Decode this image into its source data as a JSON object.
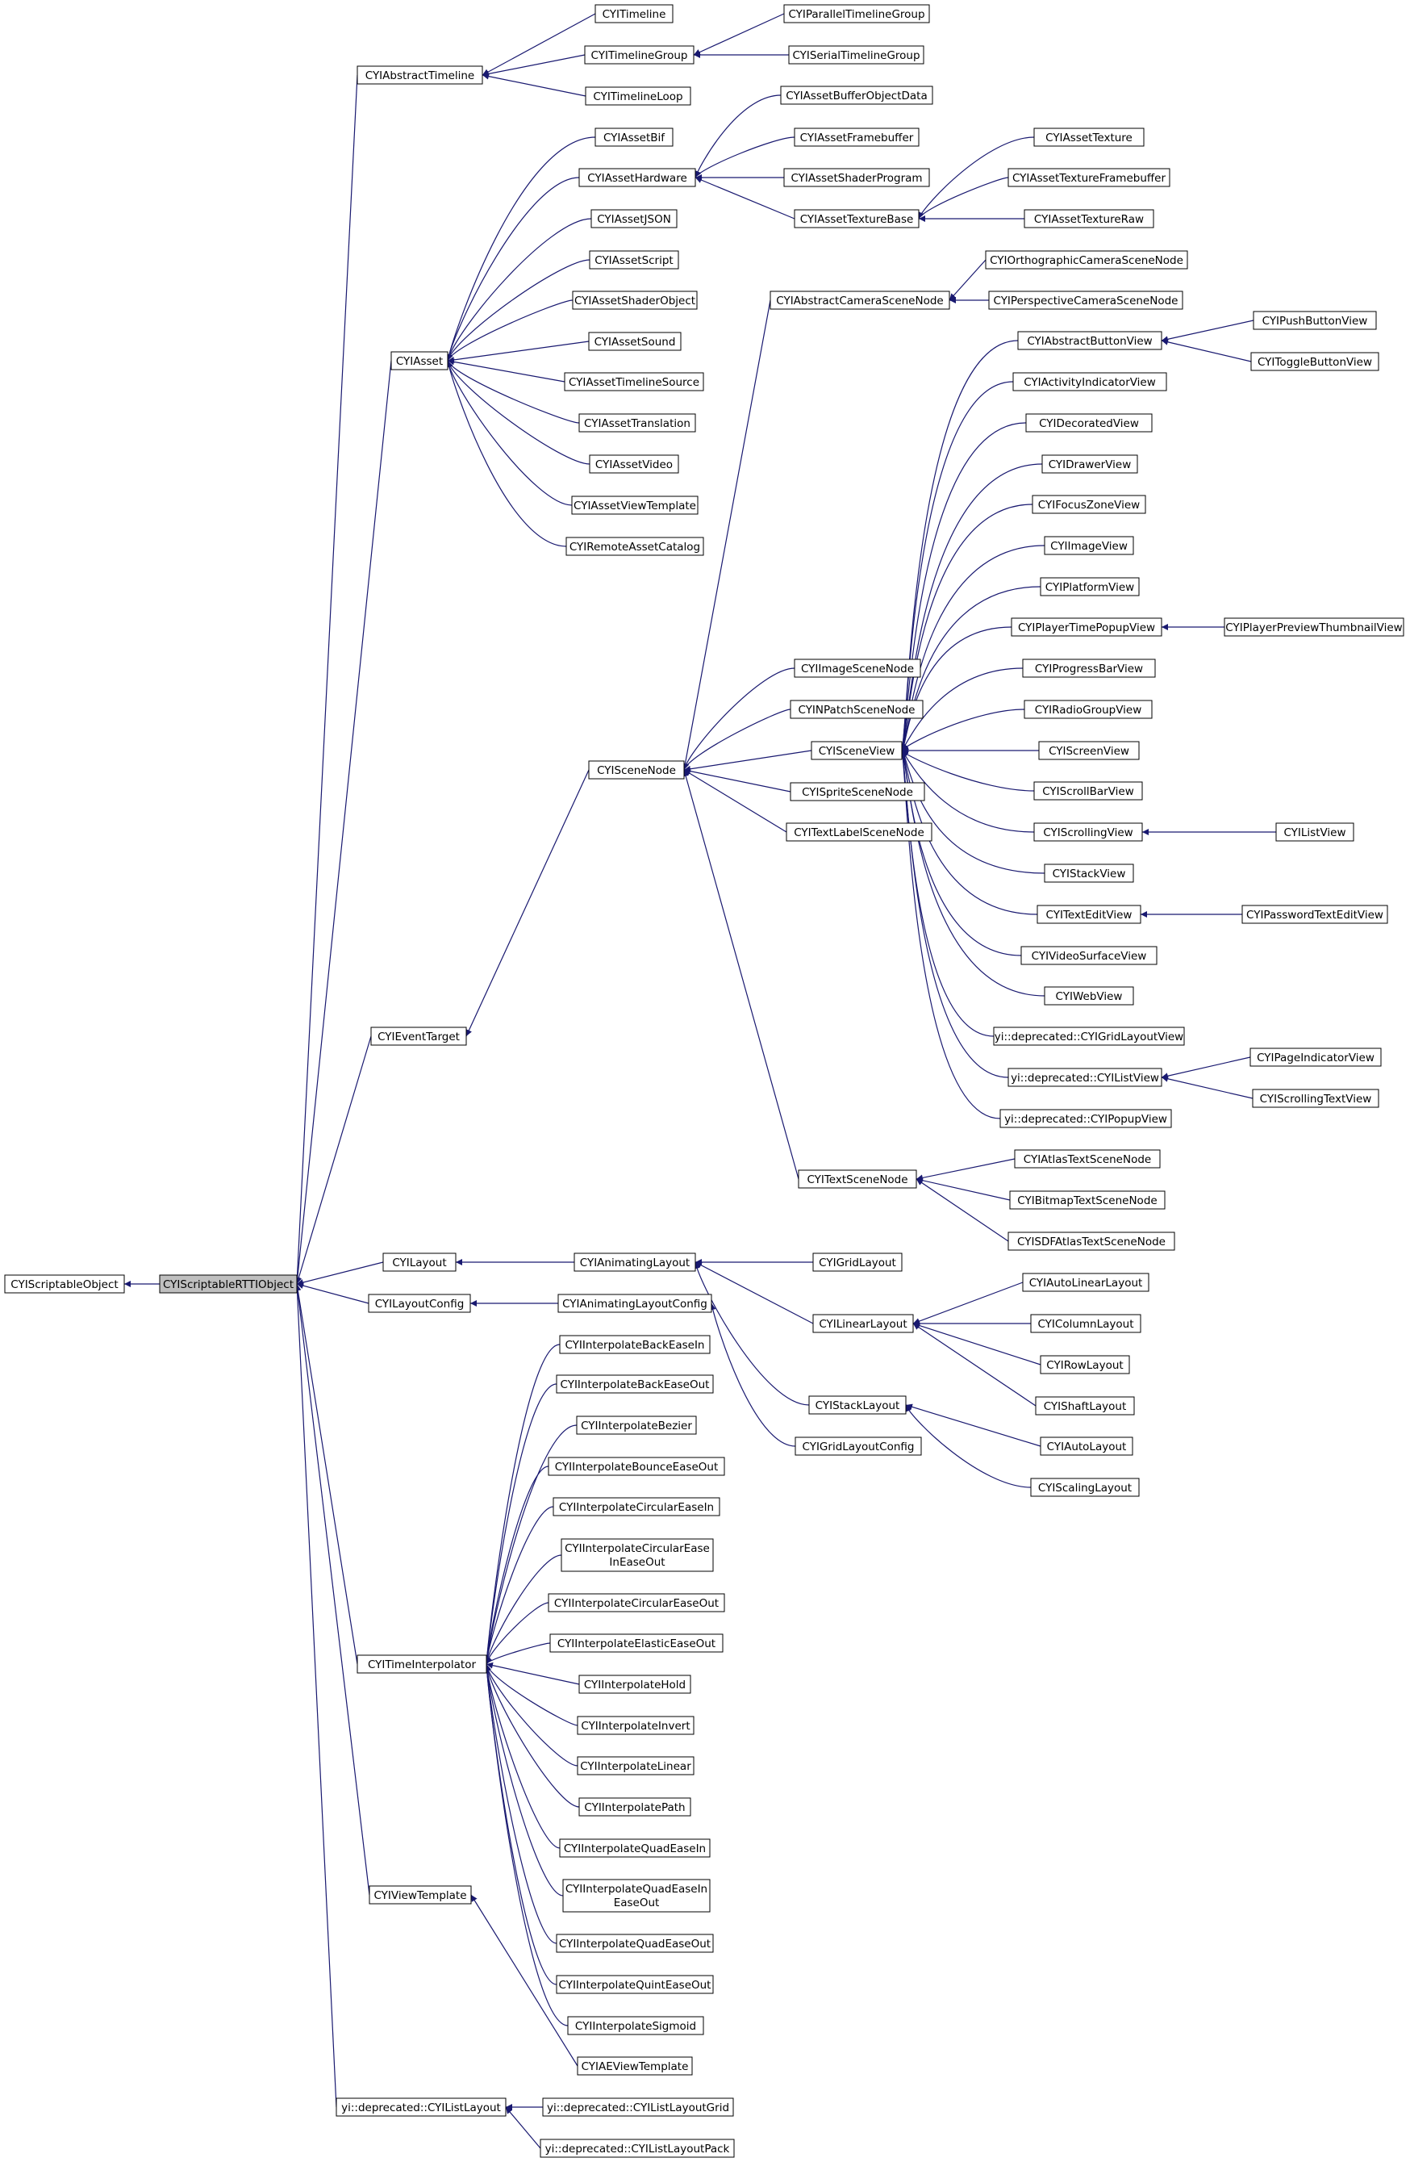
{
  "colors": {
    "edge": "#191970",
    "node_border": "#000000",
    "node_fill": "#ffffff",
    "highlight_fill": "#bfbfbf"
  },
  "nodes": {
    "scriptable_object": "CYIScriptableObject",
    "rtti_object": "CYIScriptableRTTIObject",
    "abstract_timeline": "CYIAbstractTimeline",
    "timeline": "CYITimeline",
    "timeline_group": "CYITimelineGroup",
    "timeline_loop": "CYITimelineLoop",
    "parallel_timeline_group": "CYIParallelTimelineGroup",
    "serial_timeline_group": "CYISerialTimelineGroup",
    "asset": "CYIAsset",
    "asset_bif": "CYIAssetBif",
    "asset_hardware": "CYIAssetHardware",
    "asset_json": "CYIAssetJSON",
    "asset_script": "CYIAssetScript",
    "asset_shader_object": "CYIAssetShaderObject",
    "asset_sound": "CYIAssetSound",
    "asset_timeline_source": "CYIAssetTimelineSource",
    "asset_translation": "CYIAssetTranslation",
    "asset_video": "CYIAssetVideo",
    "asset_view_template": "CYIAssetViewTemplate",
    "remote_asset_catalog": "CYIRemoteAssetCatalog",
    "asset_buffer_object_data": "CYIAssetBufferObjectData",
    "asset_framebuffer": "CYIAssetFramebuffer",
    "asset_shader_program": "CYIAssetShaderProgram",
    "asset_texture_base": "CYIAssetTextureBase",
    "asset_texture": "CYIAssetTexture",
    "asset_texture_framebuffer": "CYIAssetTextureFramebuffer",
    "asset_texture_raw": "CYIAssetTextureRaw",
    "abstract_camera_scene_node": "CYIAbstractCameraSceneNode",
    "orthographic_camera_scene_node": "CYIOrthographicCameraSceneNode",
    "perspective_camera_scene_node": "CYIPerspectiveCameraSceneNode",
    "event_target": "CYIEventTarget",
    "scene_node": "CYISceneNode",
    "image_scene_node": "CYIImageSceneNode",
    "npatch_scene_node": "CYINPatchSceneNode",
    "scene_view": "CYISceneView",
    "sprite_scene_node": "CYISpriteSceneNode",
    "text_label_scene_node": "CYITextLabelSceneNode",
    "text_scene_node": "CYITextSceneNode",
    "abstract_button_view": "CYIAbstractButtonView",
    "push_button_view": "CYIPushButtonView",
    "toggle_button_view": "CYIToggleButtonView",
    "activity_indicator_view": "CYIActivityIndicatorView",
    "decorated_view": "CYIDecoratedView",
    "drawer_view": "CYIDrawerView",
    "focus_zone_view": "CYIFocusZoneView",
    "image_view": "CYIImageView",
    "platform_view": "CYIPlatformView",
    "player_time_popup_view": "CYIPlayerTimePopupView",
    "player_preview_thumbnail_view": "CYIPlayerPreviewThumbnailView",
    "progress_bar_view": "CYIProgressBarView",
    "radio_group_view": "CYIRadioGroupView",
    "screen_view": "CYIScreenView",
    "scroll_bar_view": "CYIScrollBarView",
    "scrolling_view": "CYIScrollingView",
    "list_view": "CYIListView",
    "stack_view": "CYIStackView",
    "text_edit_view": "CYITextEditView",
    "password_text_edit_view": "CYIPasswordTextEditView",
    "video_surface_view": "CYIVideoSurfaceView",
    "web_view": "CYIWebView",
    "deprecated_grid_layout_view": "yi::deprecated::CYIGridLayoutView",
    "deprecated_list_view": "yi::deprecated::CYIListView",
    "page_indicator_view": "CYIPageIndicatorView",
    "scrolling_text_view": "CYIScrollingTextView",
    "deprecated_popup_view": "yi::deprecated::CYIPopupView",
    "atlas_text_scene_node": "CYIAtlasTextSceneNode",
    "bitmap_text_scene_node": "CYIBitmapTextSceneNode",
    "sdf_atlas_text_scene_node": "CYISDFAtlasTextSceneNode",
    "layout": "CYILayout",
    "animating_layout": "CYIAnimatingLayout",
    "grid_layout": "CYIGridLayout",
    "linear_layout": "CYILinearLayout",
    "stack_layout": "CYIStackLayout",
    "auto_linear_layout": "CYIAutoLinearLayout",
    "column_layout": "CYIColumnLayout",
    "row_layout": "CYIRowLayout",
    "shaft_layout": "CYIShaftLayout",
    "auto_layout": "CYIAutoLayout",
    "scaling_layout": "CYIScalingLayout",
    "layout_config": "CYILayoutConfig",
    "animating_layout_config": "CYIAnimatingLayoutConfig",
    "grid_layout_config": "CYIGridLayoutConfig",
    "time_interpolator": "CYITimeInterpolator",
    "interp_back_ease_in": "CYIInterpolateBackEaseIn",
    "interp_back_ease_out": "CYIInterpolateBackEaseOut",
    "interp_bezier": "CYIInterpolateBezier",
    "interp_bounce_ease_out": "CYIInterpolateBounceEaseOut",
    "interp_circular_ease_in": "CYIInterpolateCircularEaseIn",
    "interp_circular_ease_in_ease_out_1": "CYIInterpolateCircularEase",
    "interp_circular_ease_in_ease_out_2": "InEaseOut",
    "interp_circular_ease_out": "CYIInterpolateCircularEaseOut",
    "interp_elastic_ease_out": "CYIInterpolateElasticEaseOut",
    "interp_hold": "CYIInterpolateHold",
    "interp_invert": "CYIInterpolateInvert",
    "interp_linear": "CYIInterpolateLinear",
    "interp_path": "CYIInterpolatePath",
    "interp_quad_ease_in": "CYIInterpolateQuadEaseIn",
    "interp_quad_ease_in_ease_out_1": "CYIInterpolateQuadEaseIn",
    "interp_quad_ease_in_ease_out_2": "EaseOut",
    "interp_quad_ease_out": "CYIInterpolateQuadEaseOut",
    "interp_quint_ease_out": "CYIInterpolateQuintEaseOut",
    "interp_sigmoid": "CYIInterpolateSigmoid",
    "view_template": "CYIViewTemplate",
    "ae_view_template": "CYIAEViewTemplate",
    "deprecated_list_layout": "yi::deprecated::CYIListLayout",
    "deprecated_list_layout_grid": "yi::deprecated::CYIListLayoutGrid",
    "deprecated_list_layout_pack": "yi::deprecated::CYIListLayoutPack"
  }
}
